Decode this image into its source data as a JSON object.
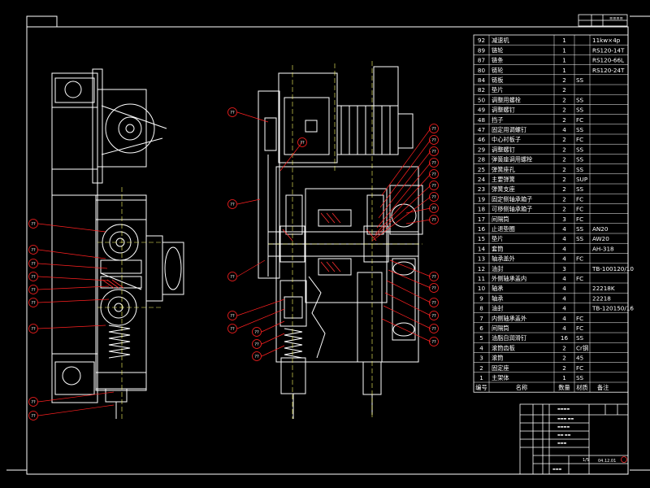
{
  "drawing": {
    "balloon_label": "??",
    "colors": {
      "background": "#000000",
      "outline": "#ffffff",
      "leader": "#ff2020",
      "table_text": "#ffffff",
      "table_line": "#ffffff",
      "center_line": "#ffff66"
    }
  },
  "bom": {
    "header": {
      "no": "编号",
      "name": "名称",
      "qty": "数量",
      "material": "材质",
      "note": "备注"
    },
    "rows": [
      {
        "no": "92",
        "name": "减速机",
        "qty": "1",
        "material": "",
        "note": "11kw×4p"
      },
      {
        "no": "89",
        "name": "链轮",
        "qty": "1",
        "material": "",
        "note": "RS120-14T"
      },
      {
        "no": "87",
        "name": "链条",
        "qty": "1",
        "material": "",
        "note": "RS120-66L"
      },
      {
        "no": "80",
        "name": "链轮",
        "qty": "1",
        "material": "",
        "note": "RS120-24T"
      },
      {
        "no": "84",
        "name": "链板",
        "qty": "2",
        "material": "SS",
        "note": ""
      },
      {
        "no": "82",
        "name": "垫片",
        "qty": "2",
        "material": "",
        "note": ""
      },
      {
        "no": "50",
        "name": "调整用螺栓",
        "qty": "2",
        "material": "SS",
        "note": ""
      },
      {
        "no": "49",
        "name": "调整螺钉",
        "qty": "2",
        "material": "SS",
        "note": ""
      },
      {
        "no": "48",
        "name": "挡子",
        "qty": "2",
        "material": "FC",
        "note": ""
      },
      {
        "no": "47",
        "name": "固定用调螺钉",
        "qty": "4",
        "material": "SS",
        "note": ""
      },
      {
        "no": "46",
        "name": "中心衬板子",
        "qty": "2",
        "material": "FC",
        "note": ""
      },
      {
        "no": "29",
        "name": "调整螺钉",
        "qty": "2",
        "material": "SS",
        "note": ""
      },
      {
        "no": "28",
        "name": "弹簧座调用螺栓",
        "qty": "2",
        "material": "SS",
        "note": ""
      },
      {
        "no": "25",
        "name": "弹簧座孔",
        "qty": "2",
        "material": "SS",
        "note": ""
      },
      {
        "no": "24",
        "name": "主要弹簧",
        "qty": "2",
        "material": "SUP",
        "note": ""
      },
      {
        "no": "23",
        "name": "弹簧支座",
        "qty": "2",
        "material": "SS",
        "note": ""
      },
      {
        "no": "19",
        "name": "固定侧轴承箱子",
        "qty": "2",
        "material": "FC",
        "note": ""
      },
      {
        "no": "18",
        "name": "可移侧轴承箱子",
        "qty": "2",
        "material": "FC",
        "note": ""
      },
      {
        "no": "17",
        "name": "间隔筒",
        "qty": "3",
        "material": "FC",
        "note": ""
      },
      {
        "no": "16",
        "name": "止退垫圈",
        "qty": "4",
        "material": "SS",
        "note": "AN20"
      },
      {
        "no": "15",
        "name": "垫片",
        "qty": "4",
        "material": "SS",
        "note": "AW20"
      },
      {
        "no": "14",
        "name": "套筒",
        "qty": "4",
        "material": "",
        "note": "AH-318"
      },
      {
        "no": "13",
        "name": "轴承盖外",
        "qty": "4",
        "material": "FC",
        "note": ""
      },
      {
        "no": "12",
        "name": "油封",
        "qty": "3",
        "material": "",
        "note": "TB-100120/10"
      },
      {
        "no": "11",
        "name": "外侧轴承盖内",
        "qty": "4",
        "material": "FC",
        "note": ""
      },
      {
        "no": "10",
        "name": "轴承",
        "qty": "4",
        "material": "",
        "note": "22218K"
      },
      {
        "no": "9",
        "name": "轴承",
        "qty": "4",
        "material": "",
        "note": "22218"
      },
      {
        "no": "8",
        "name": "油封",
        "qty": "4",
        "material": "",
        "note": "TB-120150/16"
      },
      {
        "no": "7",
        "name": "内侧轴承盖外",
        "qty": "4",
        "material": "FC",
        "note": ""
      },
      {
        "no": "6",
        "name": "间隔筒",
        "qty": "4",
        "material": "FC",
        "note": ""
      },
      {
        "no": "5",
        "name": "油脂自润滑钉",
        "qty": "16",
        "material": "SS",
        "note": ""
      },
      {
        "no": "4",
        "name": "滚筒齿板",
        "qty": "2",
        "material": "Cr钢",
        "note": ""
      },
      {
        "no": "3",
        "name": "滚筒",
        "qty": "2",
        "material": "45",
        "note": ""
      },
      {
        "no": "2",
        "name": "固定座",
        "qty": "2",
        "material": "FC",
        "note": ""
      },
      {
        "no": "1",
        "name": "主架体",
        "qty": "1",
        "material": "SS",
        "note": ""
      }
    ]
  },
  "title_block": {
    "scale": "1/5",
    "drawing_no": "04.12.01"
  }
}
